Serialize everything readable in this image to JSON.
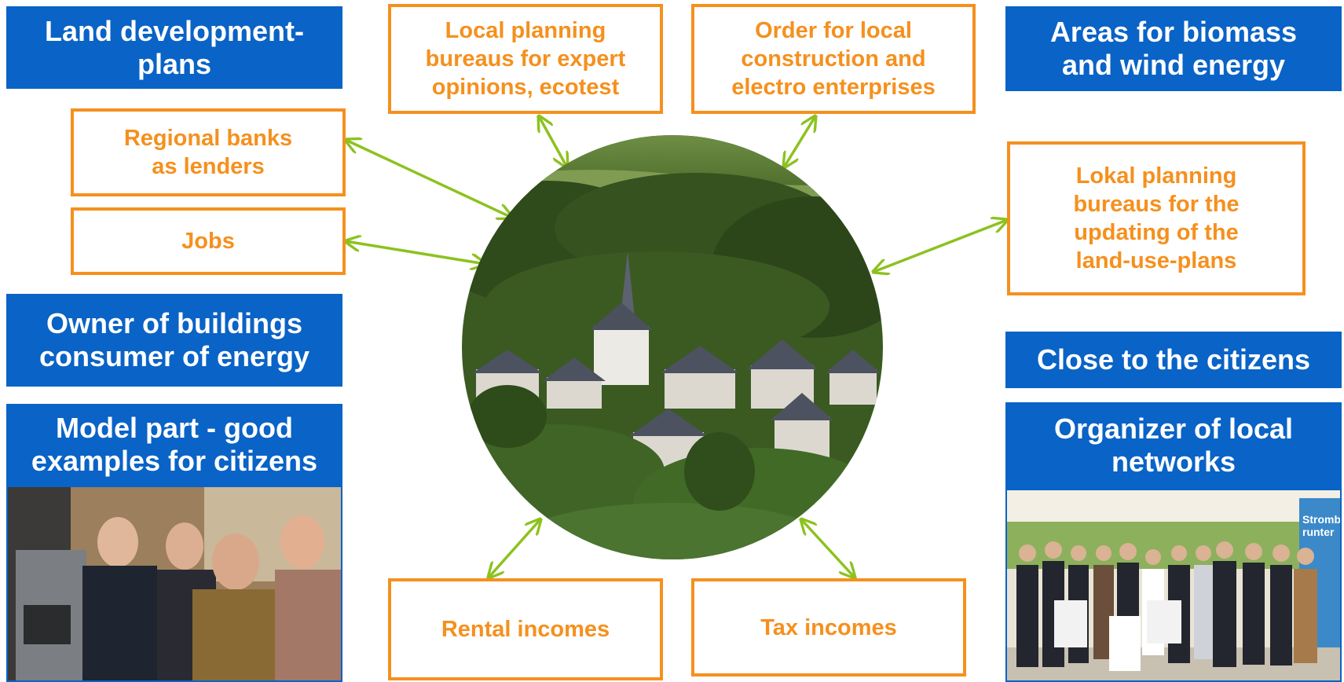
{
  "left": {
    "land_plans": "Land development-\nplans",
    "banks": "Regional banks\nas lenders",
    "jobs": "Jobs",
    "owner": "Owner of buildings\nconsumer of energy",
    "model": "Model part - good\nexamples for citizens"
  },
  "top": {
    "planning_bureaus": "Local planning\nbureaus for expert\nopinions, ecotest",
    "order": "Order for local\nconstruction and\nelectro enterprises"
  },
  "right": {
    "biomass": "Areas for biomass\nand wind energy",
    "lokal_planning": "Lokal planning\nbureaus for the\nupdating of the\nland-use-plans",
    "close": "Close to the citizens",
    "organizer": "Organizer of local\nnetworks"
  },
  "bottom": {
    "rental": "Rental incomes",
    "tax": "Tax incomes"
  },
  "photos": {
    "event_poster": "Stromb\nrunter"
  },
  "colors": {
    "blue_box": "#0a63c6",
    "orange_border": "#f5901e",
    "arrow": "#8cc21f"
  }
}
